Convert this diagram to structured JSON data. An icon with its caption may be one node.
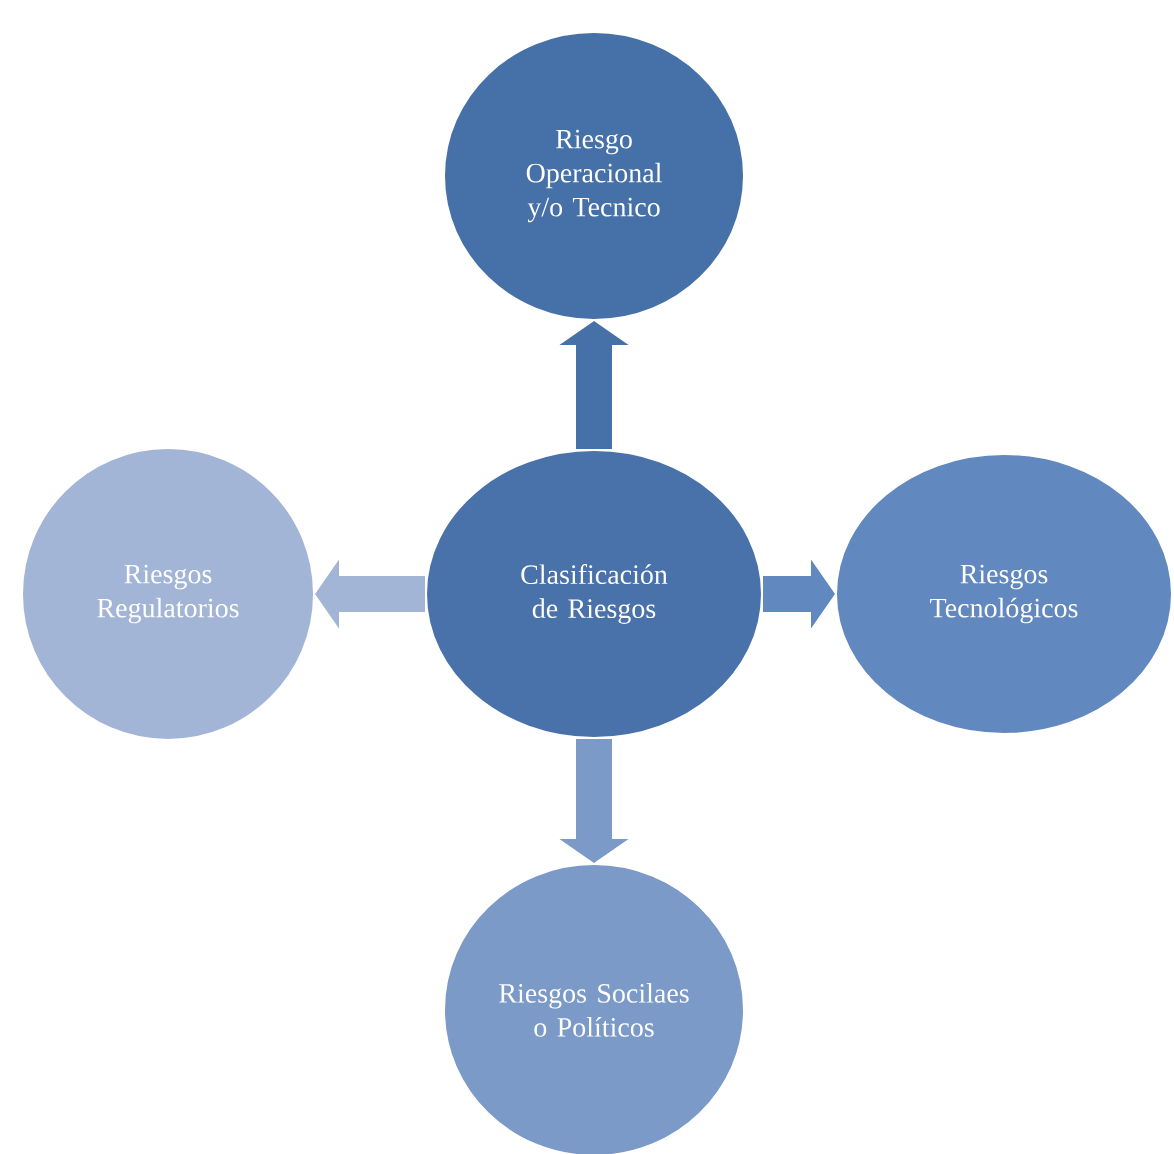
{
  "diagram": {
    "nodes": [
      {
        "text": [
          "Riesgo Operacional y/o Tecnico"
        ]
      },
      {
        "text": [
          "Riesgos Regulatorios"
        ]
      },
      {
        "text": [
          "Clasificación de Riesgos"
        ]
      },
      {
        "text": [
          "Riesgos Tecnológicos"
        ]
      },
      {
        "text": [
          "Riesgos Socilaes o Políticos"
        ]
      }
    ],
    "edges": [
      {
        "from": 2,
        "to": 0,
        "arrow": "to",
        "color": "#4670a8"
      },
      {
        "from": 2,
        "to": 1,
        "arrow": "to",
        "color": "#a3b5d6"
      },
      {
        "from": 2,
        "to": 3,
        "arrow": "to",
        "color": "#6189bf"
      },
      {
        "from": 2,
        "to": 4,
        "arrow": "to",
        "color": "#7b9ac7"
      }
    ]
  }
}
